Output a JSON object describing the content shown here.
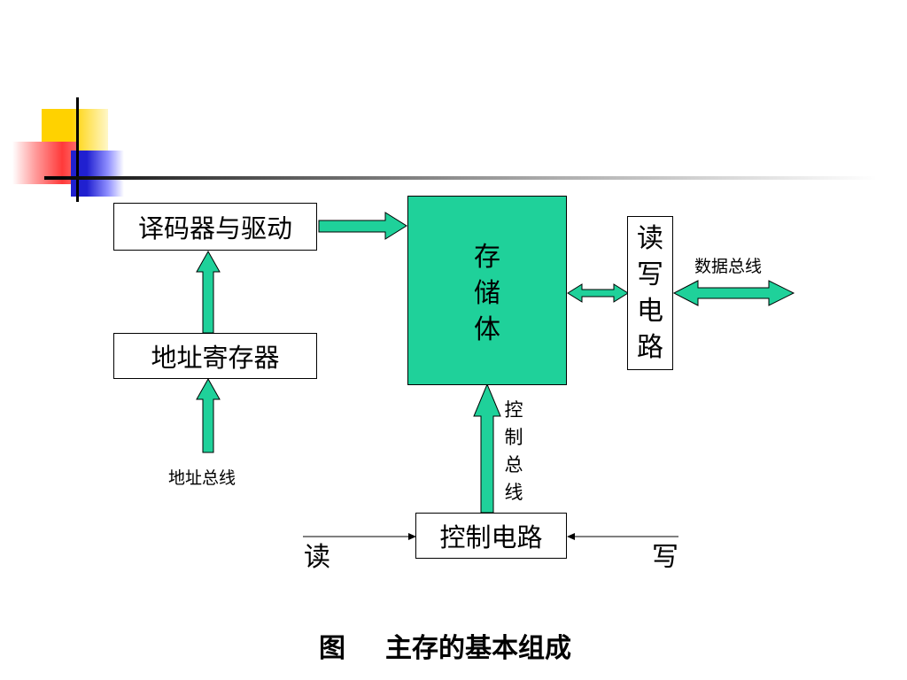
{
  "blocks": {
    "decoder_driver": "译码器与驱动",
    "address_register": "地址寄存器",
    "storage_body": [
      "存",
      "储",
      "体"
    ],
    "read_write_circuit": [
      "读",
      "写",
      "电",
      "路"
    ],
    "control_circuit": "控制电路"
  },
  "labels": {
    "data_bus": "数据总线",
    "address_bus": "地址总线",
    "control_bus": [
      "控",
      "制",
      "总",
      "线"
    ],
    "read_signal": "读",
    "write_signal": "写"
  },
  "caption": {
    "prefix": "图",
    "title": "主存的基本组成"
  },
  "colors": {
    "storage_fill": "#1fd19a",
    "arrow_fill": "#1fd19a",
    "deco_yellow": "#ffd200",
    "deco_red": "#ff4a4a",
    "deco_blue": "#2020d0"
  }
}
